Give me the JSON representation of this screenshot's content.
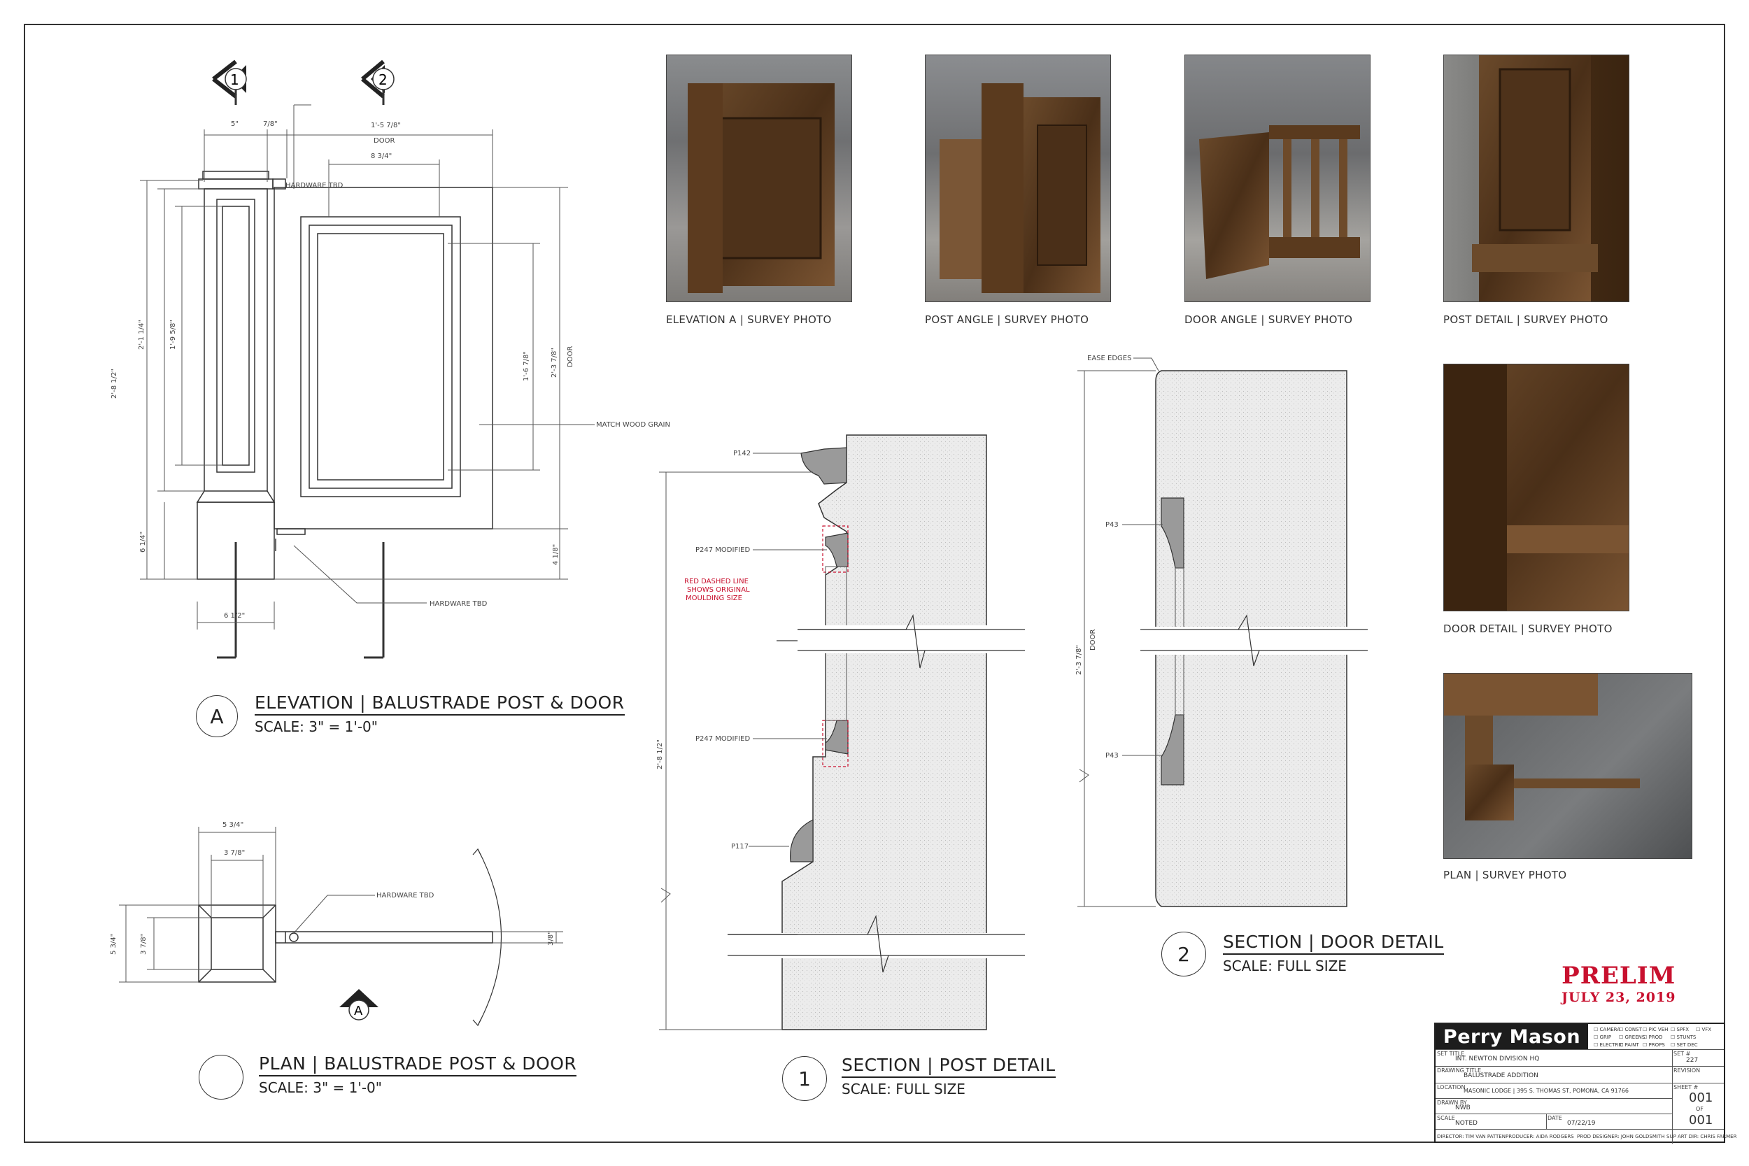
{
  "photos": {
    "elevation_a": "ELEVATION A | SURVEY PHOTO",
    "post_angle": "POST ANGLE | SURVEY PHOTO",
    "door_angle": "DOOR ANGLE | SURVEY PHOTO",
    "post_detail": "POST DETAIL | SURVEY PHOTO",
    "door_detail": "DOOR DETAIL | SURVEY PHOTO",
    "plan": "PLAN | SURVEY PHOTO"
  },
  "views": {
    "elevation": {
      "bubble": "A",
      "title": "ELEVATION | BALUSTRADE POST & DOOR",
      "scale": "SCALE: 3\" = 1'-0\""
    },
    "plan": {
      "bubble": "",
      "title": "PLAN | BALUSTRADE POST & DOOR",
      "scale": "SCALE: 3\" = 1'-0\""
    },
    "section_post": {
      "bubble": "1",
      "title": "SECTION | POST DETAIL",
      "scale": "SCALE: FULL SIZE"
    },
    "section_door": {
      "bubble": "2",
      "title": "SECTION | DOOR DETAIL",
      "scale": "SCALE: FULL SIZE"
    }
  },
  "markers": {
    "section_1": "1",
    "section_2": "2",
    "elevation_a": "A"
  },
  "elevation_dims": {
    "post_width_top": "5\"",
    "gap": "7/8\"",
    "door_width": "1'-5 7/8\"",
    "door_word": "DOOR",
    "panel_width": "8 3/4\"",
    "overall_height": "2'-8 1/2\"",
    "post_upper": "2'-1 1/4\"",
    "post_panel": "1'-9 5/8\"",
    "base_height": "6 1/4\"",
    "base_width": "6 1/2\"",
    "door_panel_h": "1'-6 7/8\"",
    "door_height": "2'-3 7/8\"",
    "door_height_word": "DOOR",
    "door_bottom": "4 1/8\""
  },
  "elevation_notes": {
    "hardware_top": "HARDWARE TBD",
    "match_grain": "MATCH WOOD GRAIN",
    "hardware_bottom": "HARDWARE TBD"
  },
  "plan_dims": {
    "outer_w": "5 3/4\"",
    "inner_w": "3 7/8\"",
    "outer_h": "5 3/4\"",
    "inner_h": "3 7/8\"",
    "door_thk": "3/8\"",
    "hardware": "HARDWARE TBD"
  },
  "section_post_notes": {
    "p142": "P142",
    "p247a": "P247 MODIFIED",
    "red_note": [
      "RED DASHED LINE",
      "SHOWS ORIGINAL",
      "MOULDING SIZE"
    ],
    "p247b": "P247 MODIFIED",
    "p117": "P117",
    "height": "2'-8 1/2\""
  },
  "section_door_notes": {
    "ease": "EASE EDGES",
    "p43a": "P43",
    "p43b": "P43",
    "height": "2'-3 7/8\"",
    "height_word": "DOOR"
  },
  "stamp": {
    "prelim": "PRELIM",
    "date": "JULY 23, 2019"
  },
  "title_block": {
    "logo": "Perry Mason",
    "checkboxes": [
      "CAMERA",
      "CONST",
      "PIC VEH",
      "SPFX",
      "VFX",
      "GRIP",
      "GREENS",
      "PROD",
      "STUNTS",
      "ELECTRIC",
      "PAINT",
      "PROPS",
      "SET DEC"
    ],
    "set_title_label": "SET TITLE",
    "set_title": "INT. NEWTON DIVISION HQ",
    "set_no_label": "SET #",
    "set_no": "227",
    "drawing_title_label": "DRAWING TITLE",
    "drawing_title": "BALUSTRADE ADDITION",
    "revision_label": "REVISION",
    "location_label": "LOCATION",
    "location": "MASONIC LODGE | 395 S. THOMAS ST, POMONA, CA 91766",
    "sheet_label": "SHEET #",
    "sheet": "001",
    "of": "OF",
    "sheets": "001",
    "drawn_by_label": "DRAWN BY",
    "drawn_by": "NWB",
    "scale_label": "SCALE",
    "scale": "NOTED",
    "date_label": "DATE",
    "date": "07/22/19",
    "director": "DIRECTOR: TIM VAN PATTEN",
    "producer": "PRODUCER: AIDA RODGERS",
    "designer": "PROD DESIGNER: JOHN GOLDSMITH",
    "art_dir": "SUP ART DIR: CHRIS FARMER"
  }
}
